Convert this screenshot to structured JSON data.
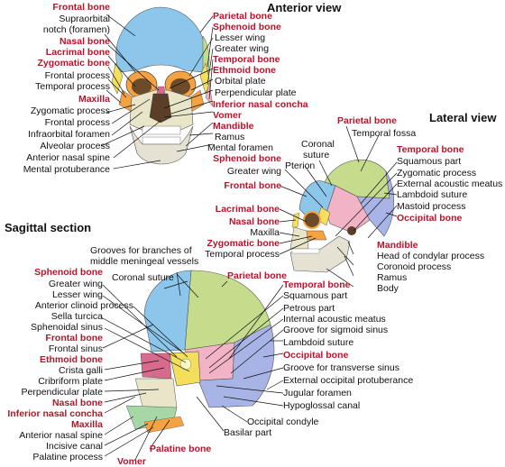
{
  "views": {
    "anterior": "Anterior view",
    "lateral": "Lateral view",
    "sagittal": "Sagittal section"
  },
  "anterior_left": [
    {
      "text": "Frontal bone",
      "kind": "bone"
    },
    {
      "text": "Supraorbital",
      "kind": "part"
    },
    {
      "text": "notch (foramen)",
      "kind": "part"
    },
    {
      "text": "Nasal bone",
      "kind": "bone"
    },
    {
      "text": "Lacrimal bone",
      "kind": "bone"
    },
    {
      "text": "Zygomatic bone",
      "kind": "bone"
    },
    {
      "text": "Frontal process",
      "kind": "part"
    },
    {
      "text": "Temporal process",
      "kind": "part"
    },
    {
      "text": "Maxilla",
      "kind": "bone"
    },
    {
      "text": "Zygomatic process",
      "kind": "part"
    },
    {
      "text": "Frontal process",
      "kind": "part"
    },
    {
      "text": "Infraorbital foramen",
      "kind": "part"
    },
    {
      "text": "Alveolar process",
      "kind": "part"
    },
    {
      "text": "Anterior nasal spine",
      "kind": "part"
    },
    {
      "text": "Mental protuberance",
      "kind": "part"
    }
  ],
  "anterior_right": [
    {
      "text": "Parietal bone",
      "kind": "bone"
    },
    {
      "text": "Sphenoid bone",
      "kind": "bone"
    },
    {
      "text": "Lesser wing",
      "kind": "part"
    },
    {
      "text": "Greater wing",
      "kind": "part"
    },
    {
      "text": "Temporal bone",
      "kind": "bone"
    },
    {
      "text": "Ethmoid bone",
      "kind": "bone"
    },
    {
      "text": "Orbital plate",
      "kind": "part"
    },
    {
      "text": "Perpendicular plate",
      "kind": "part"
    },
    {
      "text": "Inferior nasal concha",
      "kind": "bone"
    },
    {
      "text": "Vomer",
      "kind": "bone"
    },
    {
      "text": "Mandible",
      "kind": "bone"
    },
    {
      "text": "Ramus",
      "kind": "part"
    },
    {
      "text": "Mental foramen",
      "kind": "part"
    }
  ],
  "lateral_left": [
    {
      "text": "Sphenoid bone",
      "kind": "bone"
    },
    {
      "text": "Greater wing",
      "kind": "part"
    },
    {
      "text": "Frontal bone",
      "kind": "bone"
    },
    {
      "text": "Lacrimal bone",
      "kind": "bone"
    },
    {
      "text": "Nasal bone",
      "kind": "bone"
    },
    {
      "text": "Maxilla",
      "kind": "part"
    },
    {
      "text": "Zygomatic bone",
      "kind": "bone"
    },
    {
      "text": "Temporal process",
      "kind": "part"
    }
  ],
  "lateral_top": {
    "coronal1": "Coronal",
    "coronal2": "suture",
    "pterion": "Pterion",
    "parietal": "Parietal bone",
    "temporal_fossa": "Temporal fossa"
  },
  "lateral_right": [
    {
      "text": "Temporal bone",
      "kind": "bone"
    },
    {
      "text": "Squamous part",
      "kind": "part"
    },
    {
      "text": "Zygomatic process",
      "kind": "part"
    },
    {
      "text": "External acoustic meatus",
      "kind": "part"
    },
    {
      "text": "Lambdoid suture",
      "kind": "part"
    },
    {
      "text": "Mastoid process",
      "kind": "part"
    },
    {
      "text": "Occipital bone",
      "kind": "bone"
    },
    {
      "text": "Mandible",
      "kind": "bone"
    },
    {
      "text": "Head of condylar process",
      "kind": "part"
    },
    {
      "text": "Coronoid process",
      "kind": "part"
    },
    {
      "text": "Ramus",
      "kind": "part"
    },
    {
      "text": "Body",
      "kind": "part"
    }
  ],
  "sagittal_top": {
    "grooves1": "Grooves for branches of",
    "grooves2": "middle meningeal vessels",
    "coronal": "Coronal suture",
    "parietal": "Parietal bone"
  },
  "sagittal_left": [
    {
      "text": "Sphenoid bone",
      "kind": "bone"
    },
    {
      "text": "Greater wing",
      "kind": "part"
    },
    {
      "text": "Lesser wing",
      "kind": "part"
    },
    {
      "text": "Anterior clinoid process",
      "kind": "part"
    },
    {
      "text": "Sella turcica",
      "kind": "part"
    },
    {
      "text": "Sphenoidal sinus",
      "kind": "part"
    },
    {
      "text": "Frontal bone",
      "kind": "bone"
    },
    {
      "text": "Frontal sinus",
      "kind": "part"
    },
    {
      "text": "Ethmoid bone",
      "kind": "bone"
    },
    {
      "text": "Crista galli",
      "kind": "part"
    },
    {
      "text": "Cribriform plate",
      "kind": "part"
    },
    {
      "text": "Perpendicular plate",
      "kind": "part"
    },
    {
      "text": "Nasal bone",
      "kind": "bone"
    },
    {
      "text": "Inferior nasal concha",
      "kind": "bone"
    },
    {
      "text": "Maxilla",
      "kind": "bone"
    },
    {
      "text": "Anterior nasal spine",
      "kind": "part"
    },
    {
      "text": "Incisive canal",
      "kind": "part"
    },
    {
      "text": "Palatine process",
      "kind": "part"
    }
  ],
  "sagittal_right": [
    {
      "text": "Temporal bone",
      "kind": "bone"
    },
    {
      "text": "Squamous part",
      "kind": "part"
    },
    {
      "text": "Petrous part",
      "kind": "part"
    },
    {
      "text": "Internal acoustic meatus",
      "kind": "part"
    },
    {
      "text": "Groove for sigmoid sinus",
      "kind": "part"
    },
    {
      "text": "Lambdoid suture",
      "kind": "part"
    },
    {
      "text": "Occipital bone",
      "kind": "bone"
    },
    {
      "text": "Groove for transverse sinus",
      "kind": "part"
    },
    {
      "text": "External occipital protuberance",
      "kind": "part"
    },
    {
      "text": "Jugular foramen",
      "kind": "part"
    },
    {
      "text": "Hypoglossal canal",
      "kind": "part"
    },
    {
      "text": "Occipital condyle",
      "kind": "part"
    }
  ],
  "sagittal_bottom": {
    "basilar": "Basilar part",
    "palatine": "Palatine bone",
    "vomer": "Vomer"
  },
  "colors": {
    "bone_label": "#b3162a",
    "frontal": "#8cc6ea",
    "parietal": "#c4dc8c",
    "temporal": "#f2b3c6",
    "occipital": "#a9b4e6",
    "sphenoid": "#f4df5c",
    "ethmoid": "#d86a8e",
    "zygomatic": "#f5a342",
    "maxilla": "#e8e5c8",
    "mandible": "#e5e2d3",
    "line": "#111111"
  }
}
